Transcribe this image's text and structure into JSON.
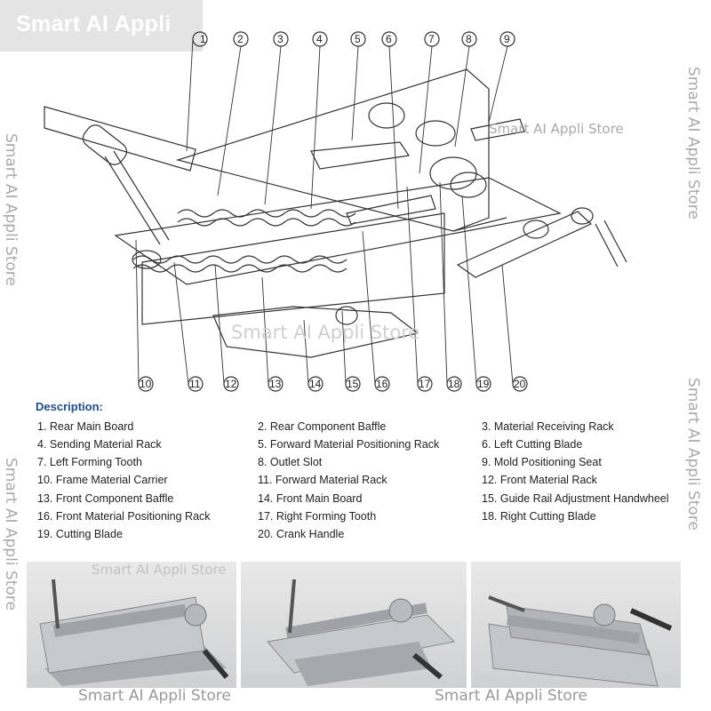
{
  "brand_tag": "Smart AI Appli",
  "watermarks": {
    "left_upper": "Smart AI Appli Store",
    "left_lower": "Smart AI Appli Store",
    "right_upper": "Smart AI Appli Store",
    "right_lower": "Smart AI Appli Store",
    "diagram_top": "Smart AI Appli Store",
    "diagram_center": "Smart AI Appli Store",
    "photo_top": "Smart AI Appli Store",
    "bottom_left": "Smart AI Appli Store",
    "bottom_right": "Smart AI Appli Store"
  },
  "callouts_top": [
    "1",
    "2",
    "3",
    "4",
    "5",
    "6",
    "7",
    "8",
    "9"
  ],
  "callouts_bottom": [
    "10",
    "11",
    "12",
    "13",
    "14",
    "15",
    "16",
    "17",
    "18",
    "19",
    "20"
  ],
  "description": {
    "title": "Description:",
    "items": [
      "1.  Rear Main Board",
      "2.  Rear Component Baffle",
      "3.  Material Receiving Rack",
      "4.  Sending Material Rack",
      "5.  Forward Material Positioning Rack",
      "6.  Left Cutting Blade",
      "7.  Left Forming Tooth",
      "8.  Outlet Slot",
      "9.  Mold Positioning Seat",
      "10.  Frame Material Carrier",
      "11.  Forward Material Rack",
      "12.  Front Material Rack",
      "13.  Front Component Baffle",
      "14.  Front Main Board",
      "15.  Guide Rail Adjustment Handwheel",
      "16.  Front Material Positioning Rack",
      "17.  Right Forming Tooth",
      "18.  Right Cutting Blade",
      "19.  Cutting Blade",
      "20.  Crank Handle"
    ]
  }
}
